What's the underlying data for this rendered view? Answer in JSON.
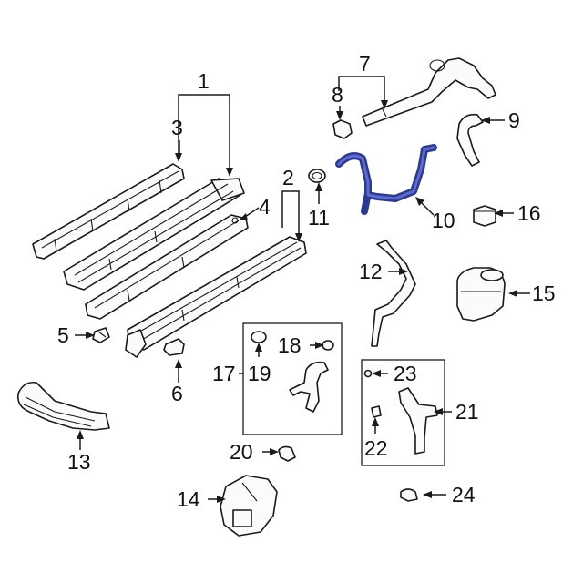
{
  "callouts": {
    "c1": "1",
    "c2": "2",
    "c3": "3",
    "c4": "4",
    "c5": "5",
    "c6": "6",
    "c7": "7",
    "c8": "8",
    "c9": "9",
    "c10": "10",
    "c11": "11",
    "c12": "12",
    "c13": "13",
    "c14": "14",
    "c15": "15",
    "c16": "16",
    "c17": "17",
    "c18": "18",
    "c19": "19",
    "c20": "20",
    "c21": "21",
    "c22": "22",
    "c23": "23",
    "c24": "24"
  },
  "colors": {
    "highlight_part": "#2d3a8c",
    "line": "#1a1a1a",
    "background": "#ffffff"
  }
}
